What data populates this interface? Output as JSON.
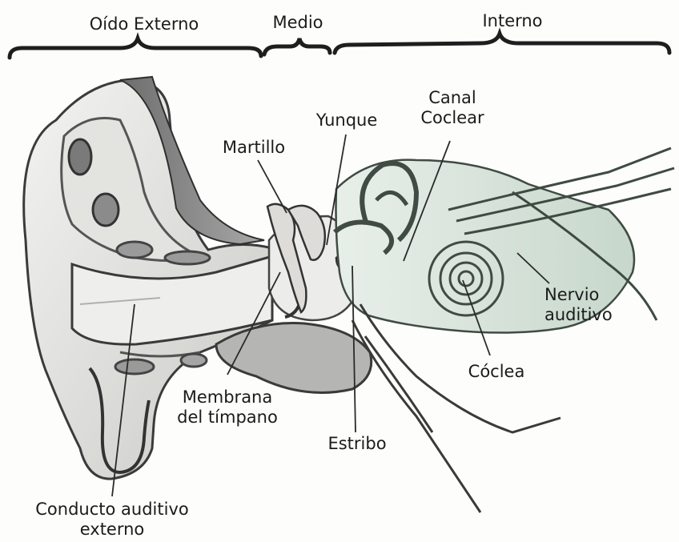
{
  "sections": {
    "outer": "Oído Externo",
    "middle": "Medio",
    "inner": "Interno"
  },
  "labels": {
    "yunque": "Yunque",
    "canal_line1": "Canal",
    "canal_line2": "Coclear",
    "martillo": "Martillo",
    "nervio_line1": "Nervio",
    "nervio_line2": "auditivo",
    "coclea": "Cóclea",
    "membrana_line1": "Membrana",
    "membrana_line2": "del tímpano",
    "estribo": "Estribo",
    "conducto_line1": "Conducto auditivo",
    "conducto_line2": "externo"
  },
  "colors": {
    "ink": "#2a2a2a",
    "skin_shade": "#bdbdbd",
    "inner_tint": "#cfdcd2",
    "paper": "#fdfdfb"
  }
}
